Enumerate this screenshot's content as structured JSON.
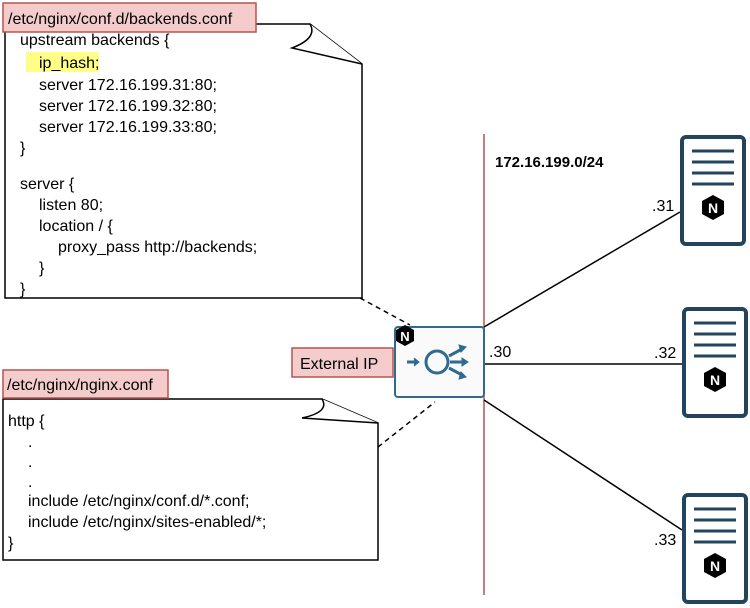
{
  "backends_file": {
    "label": "/etc/nginx/conf.d/backends.conf",
    "lines": [
      "upstream backends {",
      "ip_hash;",
      "server 172.16.199.31:80;",
      "server 172.16.199.32:80;",
      "server 172.16.199.33:80;",
      "}",
      "",
      "server {",
      "listen 80;",
      "location / {",
      "proxy_pass http://backends;",
      "}",
      "}"
    ],
    "highlight": "ip_hash;",
    "highlight_color": "#ffff88"
  },
  "nginx_file": {
    "label": "/etc/nginx/nginx.conf",
    "lines": [
      "http {",
      ".",
      ".",
      ".",
      "include /etc/nginx/conf.d/*.conf;",
      "include /etc/nginx/sites-enabled/*;",
      "}"
    ]
  },
  "load_balancer": {
    "external_label": "External IP",
    "internal_ip": ".30",
    "icon": "nginx-load-balancer-icon",
    "badge": "N"
  },
  "network": {
    "subnet": "172.16.199.0/24",
    "line_color": "#b85450"
  },
  "servers": [
    {
      "ip": ".31",
      "badge": "N"
    },
    {
      "ip": ".32",
      "badge": "N"
    },
    {
      "ip": ".33",
      "badge": "N"
    }
  ],
  "colors": {
    "label_fill": "#f4cccc",
    "label_stroke": "#b85450",
    "node_stroke": "#23445d",
    "lb_stroke": "#2f6a8f"
  }
}
